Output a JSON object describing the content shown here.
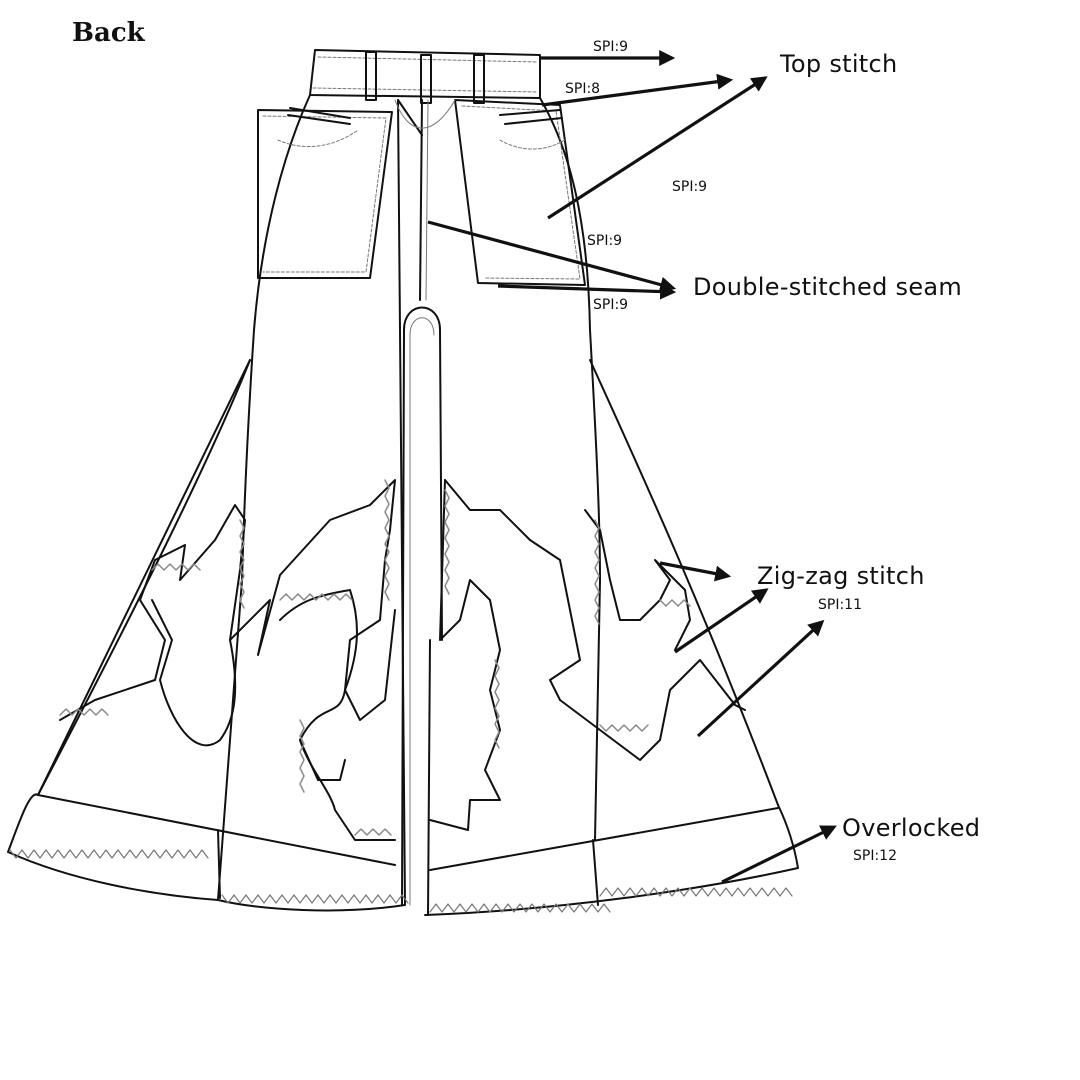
{
  "title": "Back",
  "callouts": {
    "top_stitch": "Top stitch",
    "double_stitched_seam": "Double-stitched seam",
    "zig_zag_stitch": "Zig-zag stitch",
    "overlocked": "Overlocked"
  },
  "spi": {
    "waistband": "SPI:9",
    "pocket": "SPI:8",
    "yoke": "SPI:9",
    "back_seam": "SPI:9",
    "pocket_bottom": "SPI:9",
    "zigzag": "SPI:11",
    "hem": "SPI:12"
  },
  "colors": {
    "line": "#111111",
    "stitch": "#8a8a8a"
  }
}
